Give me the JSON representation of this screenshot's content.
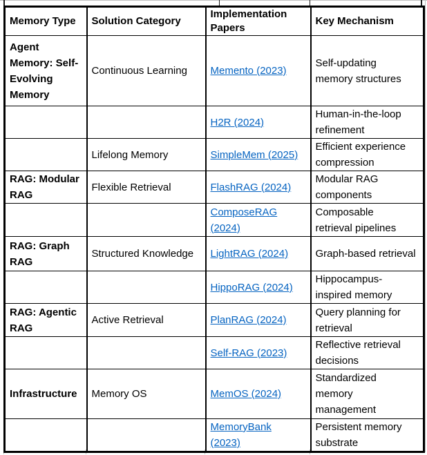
{
  "table": {
    "headers": [
      "Memory Type",
      "Solution Category",
      "Implementation\nPapers",
      "Key Mechanism"
    ],
    "rows": [
      {
        "memory_type": "Agent\nMemory: Self-\nEvolving\nMemory",
        "solution_category": "Continuous Learning",
        "paper": "Memento (2023)",
        "key_mechanism": "Self-updating\nmemory structures"
      },
      {
        "memory_type": "",
        "solution_category": "",
        "paper": "H2R (2024)",
        "key_mechanism": "Human-in-the-loop\nrefinement"
      },
      {
        "memory_type": "",
        "solution_category": "Lifelong Memory",
        "paper": "SimpleMem (2025)",
        "key_mechanism": "Efficient experience\ncompression"
      },
      {
        "memory_type": "RAG: Modular\nRAG",
        "solution_category": "Flexible Retrieval",
        "paper": "FlashRAG (2024)",
        "key_mechanism": "Modular RAG\ncomponents"
      },
      {
        "memory_type": "",
        "solution_category": "",
        "paper": "ComposeRAG\n(2024)",
        "key_mechanism": "Composable\nretrieval pipelines"
      },
      {
        "memory_type": "RAG: Graph\nRAG",
        "solution_category": "Structured Knowledge",
        "paper": "LightRAG (2024)",
        "key_mechanism": "Graph-based retrieval"
      },
      {
        "memory_type": "",
        "solution_category": "",
        "paper": "HippoRAG (2024)",
        "key_mechanism": "Hippocampus-\ninspired memory"
      },
      {
        "memory_type": "RAG: Agentic\nRAG",
        "solution_category": "Active Retrieval",
        "paper": "PlanRAG (2024)",
        "key_mechanism": "Query planning for\nretrieval"
      },
      {
        "memory_type": "",
        "solution_category": "",
        "paper": "Self-RAG (2023)",
        "key_mechanism": "Reflective retrieval\ndecisions"
      },
      {
        "memory_type": "Infrastructure",
        "solution_category": "Memory OS",
        "paper": "MemOS (2024)",
        "key_mechanism": "Standardized\nmemory\nmanagement"
      },
      {
        "memory_type": "",
        "solution_category": "",
        "paper": "MemoryBank\n(2023)",
        "key_mechanism": "Persistent memory\nsubstrate"
      }
    ],
    "link_color": "#0563C1"
  }
}
